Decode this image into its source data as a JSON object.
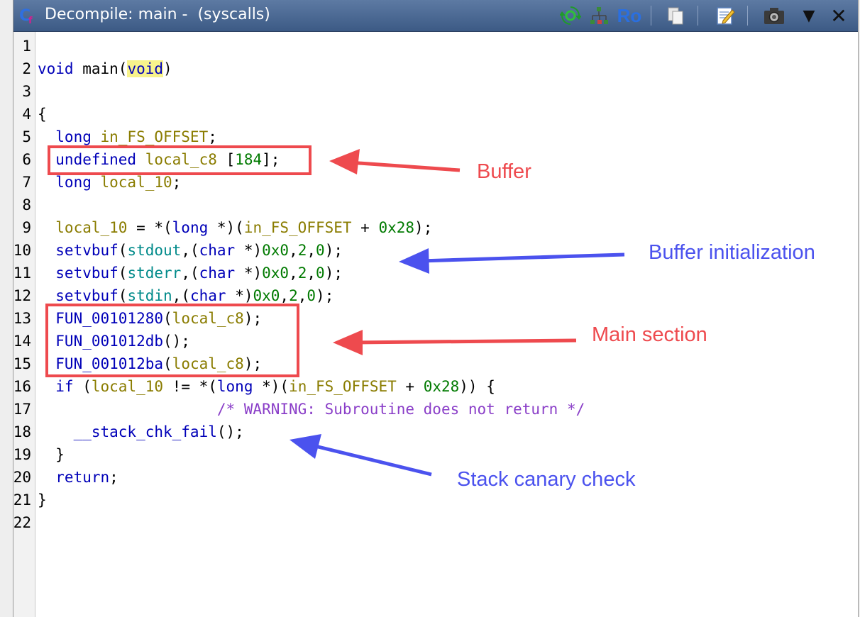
{
  "window": {
    "title": "Decompile: main -  (syscalls)"
  },
  "toolbar": {
    "buttons": [
      {
        "name": "refresh-icon",
        "label": ""
      },
      {
        "name": "graph-icon",
        "label": ""
      },
      {
        "name": "read-only-toggle",
        "label": "Ro"
      },
      {
        "name": "copy-icon",
        "label": ""
      },
      {
        "name": "edit-icon",
        "label": ""
      },
      {
        "name": "snapshot-icon",
        "label": ""
      },
      {
        "name": "dropdown-icon",
        "label": "▼"
      },
      {
        "name": "close-icon",
        "label": "✕"
      }
    ]
  },
  "line_numbers": [
    "1",
    "2",
    "3",
    "4",
    "5",
    "6",
    "7",
    "8",
    "9",
    "10",
    "11",
    "12",
    "13",
    "14",
    "15",
    "16",
    "17",
    "18",
    "19",
    "20",
    "21",
    "22"
  ],
  "code": {
    "l2_void": "void",
    "l2_main": " main(",
    "l2_param": "void",
    "l2_close": ")",
    "l4": "{",
    "l5_type": "  long",
    "l5_var": " in_FS_OFFSET",
    "l5_end": ";",
    "l6_type": "  undefined",
    "l6_var": " local_c8",
    "l6_a": " [",
    "l6_num": "184",
    "l6_b": "];",
    "l7_type": "  long",
    "l7_var": " local_10",
    "l7_end": ";",
    "l9_var": "  local_10",
    "l9_a": " = *(",
    "l9_type": "long",
    "l9_b": " *)(",
    "l9_var2": "in_FS_OFFSET",
    "l9_c": " + ",
    "l9_num": "0x28",
    "l9_d": ");",
    "l10_fn": "  setvbuf",
    "l10_a": "(",
    "l10_glob": "stdout",
    "l10_b": ",(",
    "l10_type": "char",
    "l10_c": " *)",
    "l10_n1": "0x0",
    "l10_d": ",",
    "l10_n2": "2",
    "l10_e": ",",
    "l10_n3": "0",
    "l10_f": ");",
    "l11_fn": "  setvbuf",
    "l11_a": "(",
    "l11_glob": "stderr",
    "l11_b": ",(",
    "l11_type": "char",
    "l11_c": " *)",
    "l11_n1": "0x0",
    "l11_d": ",",
    "l11_n2": "2",
    "l11_e": ",",
    "l11_n3": "0",
    "l11_f": ");",
    "l12_fn": "  setvbuf",
    "l12_a": "(",
    "l12_glob": "stdin",
    "l12_b": ",(",
    "l12_type": "char",
    "l12_c": " *)",
    "l12_n1": "0x0",
    "l12_d": ",",
    "l12_n2": "2",
    "l12_e": ",",
    "l12_n3": "0",
    "l12_f": ");",
    "l13_fn": "  FUN_00101280",
    "l13_a": "(",
    "l13_var": "local_c8",
    "l13_b": ");",
    "l14_fn": "  FUN_001012db",
    "l14_a": "();",
    "l15_fn": "  FUN_001012ba",
    "l15_a": "(",
    "l15_var": "local_c8",
    "l15_b": ");",
    "l16_kw": "  if",
    "l16_a": " (",
    "l16_var": "local_10",
    "l16_b": " != *(",
    "l16_type": "long",
    "l16_c": " *)(",
    "l16_var2": "in_FS_OFFSET",
    "l16_d": " + ",
    "l16_num": "0x28",
    "l16_e": ")) {",
    "l17_cm": "                    /* WARNING: Subroutine does not return */",
    "l18_fn": "    __stack_chk_fail",
    "l18_a": "();",
    "l19": "  }",
    "l20_kw": "  return",
    "l20_a": ";",
    "l21": "}"
  },
  "annotations": {
    "buffer": "Buffer",
    "buffer_init": "Buffer initialization",
    "main_section": "Main section",
    "stack_canary": "Stack canary check"
  },
  "colors": {
    "red_annotation": "#ee4a4e",
    "blue_annotation": "#4b52ee",
    "title_bar": "#4a6791"
  }
}
